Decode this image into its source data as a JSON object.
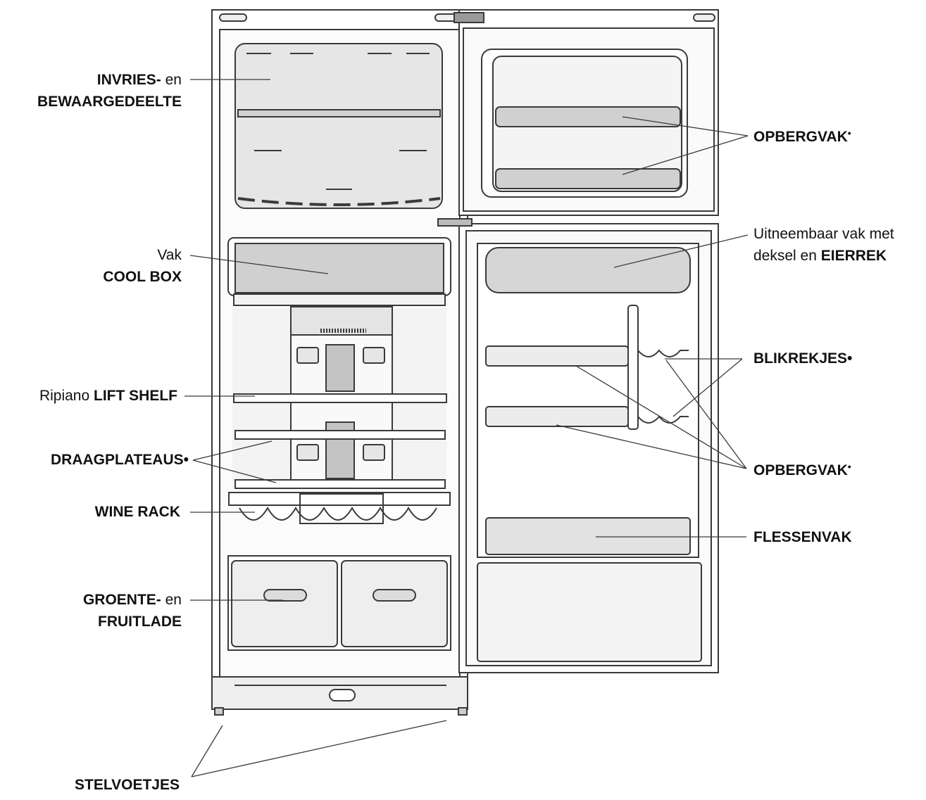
{
  "labels": {
    "invries": {
      "bold1": "INVRIES-",
      "norm1": " en",
      "bold2": "BEWAARGEDEELTE"
    },
    "coolbox": {
      "norm1": "Vak",
      "bold2": "COOL BOX"
    },
    "liftshelf": {
      "norm1": "Ripiano ",
      "bold1": "LIFT  SHELF"
    },
    "draagplateaus": {
      "bold1": "DRAAGPLATEAUS",
      "mark": "•"
    },
    "winerack": {
      "bold1": "WINE RACK"
    },
    "groente": {
      "bold1": "GROENTE-",
      "norm1": " en",
      "bold2": "FRUITLADE"
    },
    "stelvoetjes": {
      "bold1": "STELVOETJES"
    },
    "opbergvak_top": {
      "bold1": "OPBERGVAK",
      "mark": "•"
    },
    "uitneembaar": {
      "norm1": "Uitneembaar vak met",
      "norm2": "deksel en ",
      "bold2": "EIERREK"
    },
    "blikrekjes": {
      "bold1": "BLIKREKJES",
      "mark": "•"
    },
    "opbergvak_mid": {
      "bold1": "OPBERGVAK",
      "mark": "•"
    },
    "flessenvak": {
      "bold1": "FLESSENVAK"
    }
  },
  "colors": {
    "line": "#3a3a3a",
    "fill_light": "#ededed",
    "fill_mid": "#d6d6d6",
    "fill_dark": "#bdbdbd"
  }
}
